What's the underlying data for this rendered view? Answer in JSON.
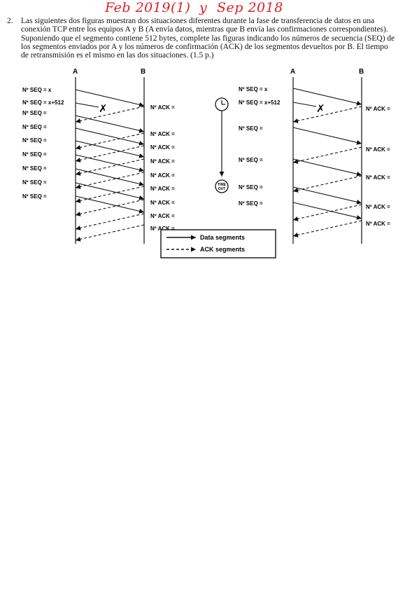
{
  "header": {
    "handwritten_left": "Feb 2019(1)",
    "handwritten_mid": "y",
    "handwritten_right": "Sep 2018"
  },
  "question": {
    "number": "2.",
    "text": "Las siguientes dos figuras muestran dos situaciones diferentes durante la fase de transferencia de datos en una conexión TCP entre los equipos A y B (A envía datos, mientras que B envía las confirmaciones correspondientes). Suponiendo que el segmento contiene 512 bytes, complete las figuras indicando los números de secuencia (SEQ) de los segmentos enviados por A y los números de confirmación (ACK) de los segmentos devueltos por B. El tiempo de retransmisión es el mismo en las dos situaciones. (1.5 p.)"
  },
  "figure1": {
    "host_a": "A",
    "host_b": "B",
    "seq_labels": [
      "Nº SEQ = x",
      "Nº SEQ = x+512",
      "Nº SEQ =",
      "Nº SEQ =",
      "Nº SEQ =",
      "Nº SEQ =",
      "Nº SEQ =",
      "Nº SEQ =",
      "Nº SEQ ="
    ],
    "ack_labels": [
      "Nº ACK =",
      "Nº ACK =",
      "Nº ACK =",
      "Nº ACK =",
      "Nº ACK =",
      "Nº ACK =",
      "Nº ACK =",
      "Nº ACK =",
      "Nº ACK ="
    ],
    "loss_mark": "✗"
  },
  "figure2": {
    "host_a": "A",
    "host_b": "B",
    "seq_labels": [
      "Nº SEQ = x",
      "Nº SEQ = x+512",
      "Nº SEQ =",
      "Nº SEQ =",
      "Nº SEQ =",
      "Nº SEQ ="
    ],
    "ack_labels": [
      "Nº ACK =",
      "Nº ACK =",
      "Nº ACK =",
      "Nº ACK =",
      "Nº ACK ="
    ],
    "timeout_line1": "TIME",
    "timeout_line2": "OUT",
    "loss_mark": "✗"
  },
  "legend": {
    "data_label": "Data segments",
    "ack_label": "ACK segments"
  }
}
